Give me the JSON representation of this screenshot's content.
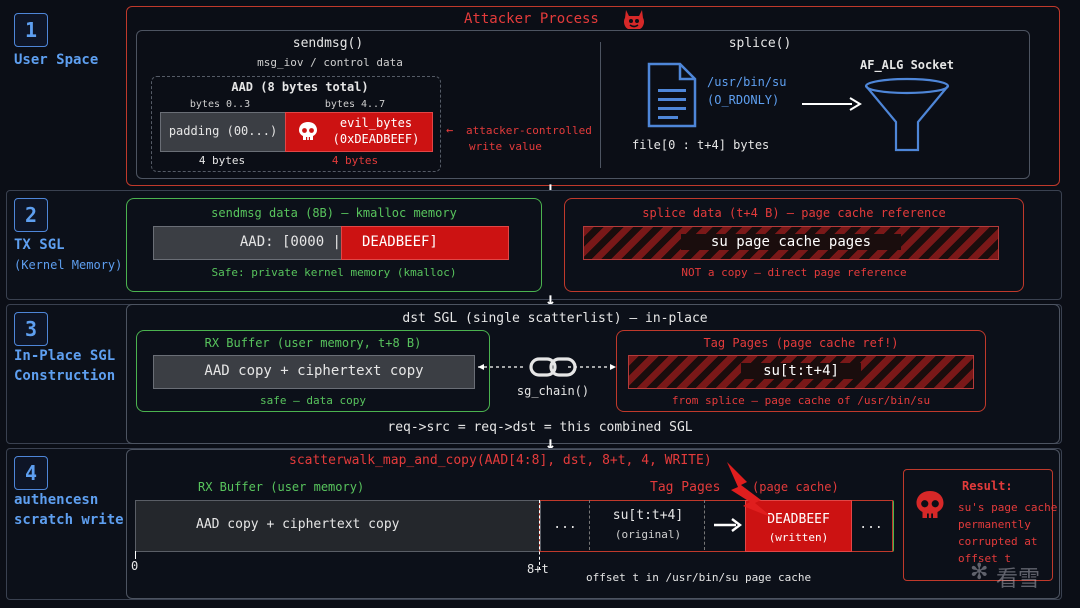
{
  "stages": {
    "s1": {
      "num": "1",
      "title": "User Space"
    },
    "s2": {
      "num": "2",
      "title": "TX SGL",
      "subtitle": "(Kernel Memory)"
    },
    "s3": {
      "num": "3",
      "title1": "In-Place SGL",
      "title2": "Construction"
    },
    "s4": {
      "num": "4",
      "title1": "authencesn",
      "title2": "scratch write"
    }
  },
  "attacker": {
    "title": "Attacker Process",
    "sendmsg": {
      "title": "sendmsg()",
      "sub": "msg_iov / control data",
      "aad_title": "AAD (8 bytes total)",
      "bytes_left": "bytes 0..3",
      "bytes_right": "bytes 4..7",
      "padding": "padding (00...)",
      "evil_line1": "evil_bytes",
      "evil_line2": "(0xDEADBEEF)",
      "size_left": "4 bytes",
      "size_right": "4 bytes",
      "note_line1": "attacker-controlled",
      "note_line2": "write value"
    },
    "splice": {
      "title": "splice()",
      "path": "/usr/bin/su",
      "mode": "(O_RDONLY)",
      "socket": "AF_ALG Socket",
      "range": "file[0 : t+4] bytes"
    }
  },
  "tx": {
    "sendmsg_title": "sendmsg data (8B) — kmalloc memory",
    "aad_part": "AAD: [0000 |",
    "dead_part": "DEADBEEF]",
    "safe_note": "Safe: private kernel memory (kmalloc)",
    "splice_title": "splice data (t+4 B) — page cache reference",
    "pages_label": "su page cache pages",
    "not_copy": "NOT a copy — direct page reference"
  },
  "inplace": {
    "title": "dst SGL (single scatterlist) — in-place",
    "rx_title": "RX Buffer (user memory, t+8 B)",
    "rx_content": "AAD copy + ciphertext copy",
    "rx_note": "safe — data copy",
    "chain": "sg_chain()",
    "tag_title": "Tag Pages (page cache ref!)",
    "tag_content": "su[t:t+4]",
    "tag_note": "from splice — page cache of /usr/bin/su",
    "eq": "req->src = req->dst = this combined SGL"
  },
  "scratch": {
    "call": "scatterwalk_map_and_copy(AAD[4:8], dst, 8+t, 4, WRITE)",
    "rx_label": "RX Buffer (user memory)",
    "tag_label": "Tag Pages",
    "tag_label2": "(page cache)",
    "rx_content": "AAD copy + ciphertext copy",
    "dots1": "...",
    "orig_line1": "su[t:t+4]",
    "orig_line2": "(original)",
    "written_line1": "DEADBEEF",
    "written_line2": "(written)",
    "dots2": "...",
    "axis_zero": "0",
    "axis_8t": "8+t",
    "offset_note": "offset t in /usr/bin/su page cache",
    "result_title": "Result:",
    "result_lines": [
      "su's page cache",
      "permanently",
      "corrupted at",
      "offset t"
    ]
  },
  "watermark": "看雪",
  "colors": {
    "accent_blue": "#5e9ff0",
    "danger_red": "#cc1212",
    "safe_green": "#58c45d"
  }
}
